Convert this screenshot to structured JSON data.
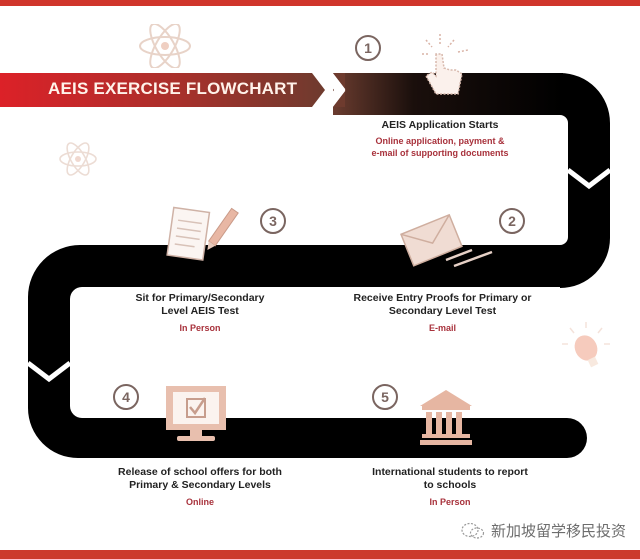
{
  "header": {
    "title": "AEIS EXERCISE FLOWCHART"
  },
  "steps": [
    {
      "number": "1",
      "title_line1": "AEIS Application Starts",
      "title_line2": "",
      "sub_line1": "Online application, payment &",
      "sub_line2": "e-mail of supporting documents",
      "icon": "hand-pointer-icon"
    },
    {
      "number": "2",
      "title_line1": "Receive Entry Proofs for Primary or",
      "title_line2": "Secondary Level Test",
      "sub_line1": "E-mail",
      "sub_line2": "",
      "icon": "envelope-icon"
    },
    {
      "number": "3",
      "title_line1": "Sit for Primary/Secondary",
      "title_line2": "Level AEIS Test",
      "sub_line1": "In Person",
      "sub_line2": "",
      "icon": "paper-pencil-icon"
    },
    {
      "number": "4",
      "title_line1": "Release of school offers for both",
      "title_line2": "Primary & Secondary Levels",
      "sub_line1": "Online",
      "sub_line2": "",
      "icon": "monitor-check-icon"
    },
    {
      "number": "5",
      "title_line1": "International students to report",
      "title_line2": "to schools",
      "sub_line1": "In Person",
      "sub_line2": "",
      "icon": "school-building-icon"
    }
  ],
  "watermark": {
    "text": "新加坡留学移民投资"
  },
  "colors": {
    "banner_start": "#d9242b",
    "banner_end": "#6b3a2e",
    "track": "#000000",
    "accent_sub": "#a8323c",
    "icon_fill": "#e8c2b2",
    "top_bar": "#d0352b"
  }
}
